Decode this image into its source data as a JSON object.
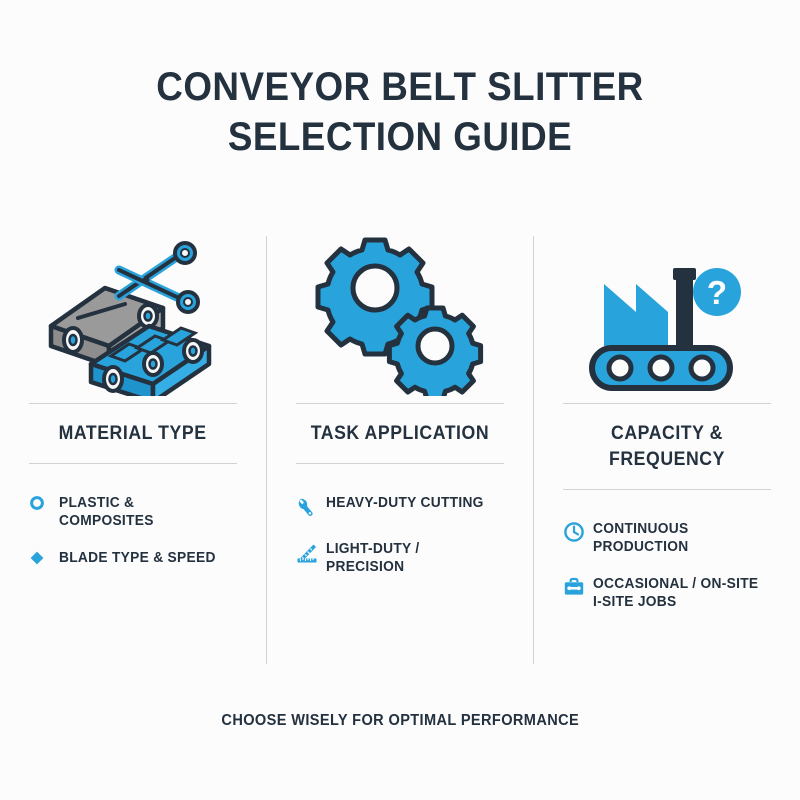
{
  "title": {
    "line1": "CONVEYOR BELT SLITTER",
    "line2": "SELECTION GUIDE"
  },
  "colors": {
    "accent_blue": "#29a3dc",
    "dark_navy": "#24313f",
    "gray_belt": "#9a9a9a",
    "rule_gray": "#cfd3d6",
    "background": "#fcfcfc"
  },
  "columns": [
    {
      "header": "MATERIAL TYPE",
      "illustration": "conveyor-belt-with-scissors-illustration",
      "items": [
        {
          "icon": "circle-outline-icon",
          "label": "PLASTIC & COMPOSITES"
        },
        {
          "icon": "diamond-icon",
          "label": "BLADE TYPE & SPEED"
        }
      ]
    },
    {
      "header": "TASK APPLICATION",
      "illustration": "gears-illustration",
      "items": [
        {
          "icon": "wrench-icon",
          "label": "HEAVY-DUTY CUTTING"
        },
        {
          "icon": "ruler-icon",
          "label": "LIGHT-DUTY / PRECISION"
        }
      ]
    },
    {
      "header": "CAPACITY & FREQUENCY",
      "illustration": "factory-conveyor-question-illustration",
      "items": [
        {
          "icon": "clock-icon",
          "label": "CONTINUOUS PRODUCTION"
        },
        {
          "icon": "toolbox-icon",
          "label": "OCCASIONAL / ON-SITE I-SITE JOBS"
        }
      ]
    }
  ],
  "footer": "CHOOSE WISELY FOR OPTIMAL PERFORMANCE"
}
